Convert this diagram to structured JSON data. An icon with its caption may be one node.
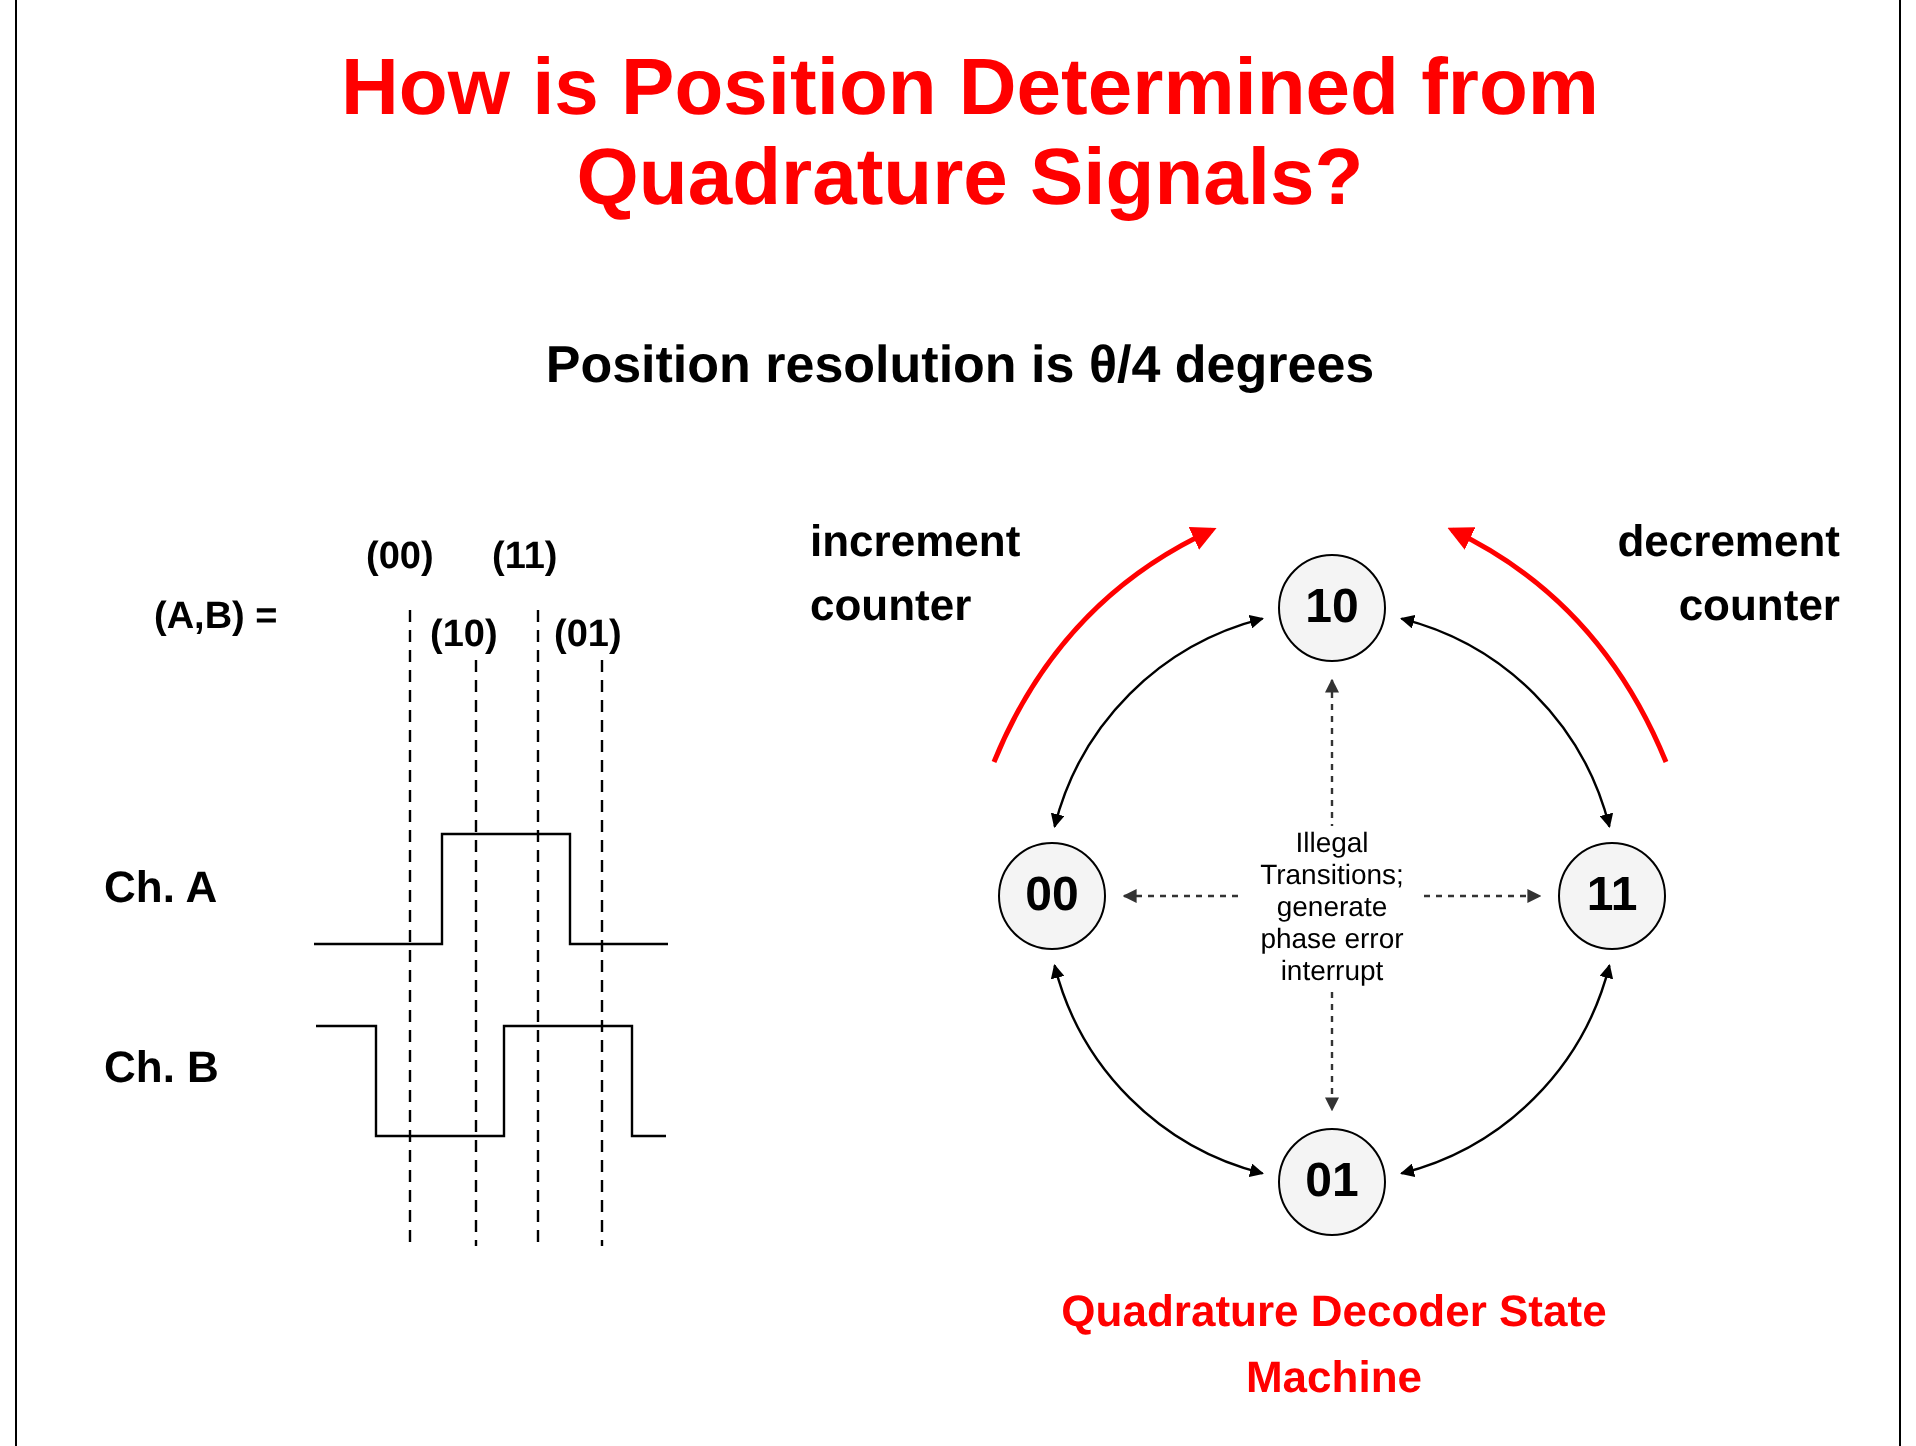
{
  "diagram": {
    "title": "How is Position Determined from Quadrature Signals?",
    "caption": "Quadrature Decoder State Machine",
    "nodes": [
      {
        "text": [
          "10"
        ]
      },
      {
        "text": [
          "00"
        ]
      },
      {
        "text": [
          "11"
        ]
      },
      {
        "text": [
          "01"
        ]
      }
    ],
    "edges": [
      {
        "from": 1,
        "to": 0,
        "arrow": "both"
      },
      {
        "from": 0,
        "to": 2,
        "arrow": "both"
      },
      {
        "from": 2,
        "to": 3,
        "arrow": "both"
      },
      {
        "from": 3,
        "to": 1,
        "arrow": "both"
      },
      {
        "from": 1,
        "to": 2,
        "arrow": "both",
        "style": "dashed"
      },
      {
        "from": 0,
        "to": 3,
        "arrow": "both",
        "style": "dashed"
      }
    ],
    "labels": [
      "Position resolution is θ/4 degrees",
      "increment counter",
      "decrement counter",
      "(00)",
      "(11)",
      "(A,B) =",
      "(10)",
      "(01)",
      "Illegal Transitions; generate phase error interrupt",
      "Ch. A",
      "Ch. B"
    ]
  }
}
